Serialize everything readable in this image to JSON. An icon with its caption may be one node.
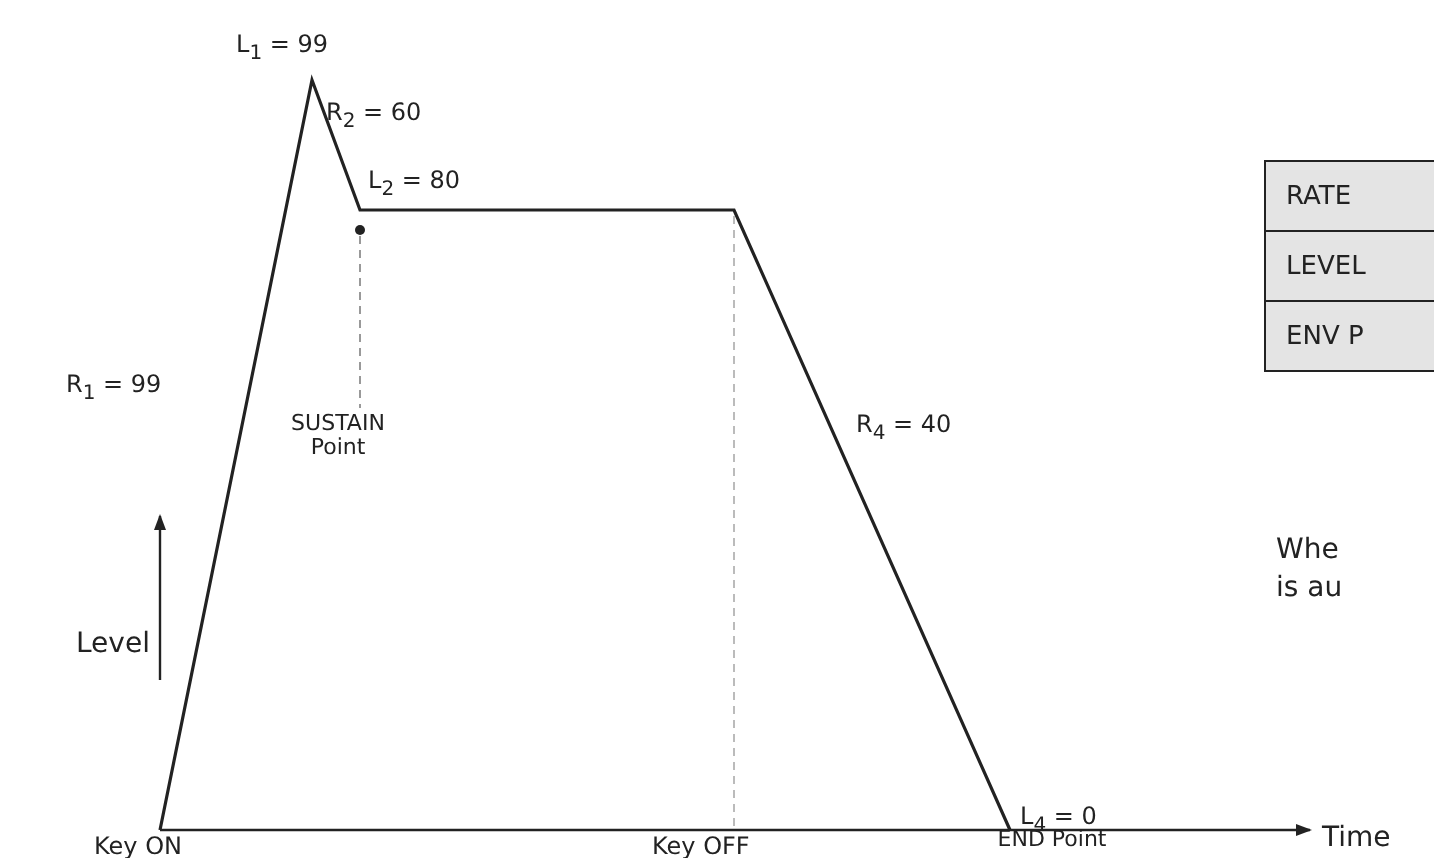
{
  "diagram": {
    "labels": [
      "L$_{1}$ = 99",
      "R$_{2}$ = 60",
      "L$_{2}$ = 80",
      "RATE",
      "R$_{1}$ = 99",
      "SUSTAIN Point",
      "R$_{4}$ = 40",
      "LEVEL",
      "ENV P",
      "Whe is au",
      "Level",
      "L$_{4}$ = 0",
      "Time",
      "Key ON",
      "Key OFF",
      "END Point"
    ]
  }
}
